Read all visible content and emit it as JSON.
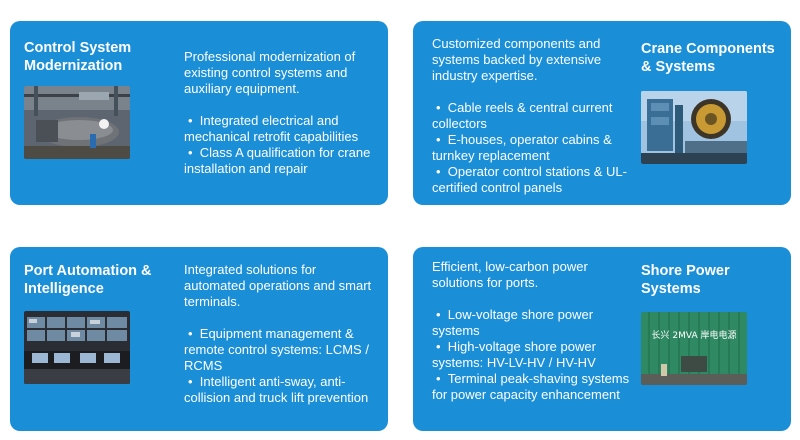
{
  "cards": [
    {
      "title": "Control System Modernization",
      "intro": "Professional modernization of existing control systems and auxiliary equipment.",
      "bullets": [
        "Integrated electrical and mechanical retrofit capabilities",
        "Class A qualification for crane installation and repair"
      ],
      "image": "workshop-photo"
    },
    {
      "title": "Crane Components & Systems",
      "intro": "Customized components and systems backed by extensive industry expertise.",
      "bullets": [
        "Cable reels & central current collectors",
        "E-houses, operator cabins & turnkey replacement",
        "Operator control stations & UL-certified control panels"
      ],
      "image": "crane-photo"
    },
    {
      "title": "Port Automation & Intelligence",
      "intro": "Integrated solutions for automated operations and smart terminals.",
      "bullets": [
        "Equipment management & remote control systems: LCMS / RCMS",
        "Intelligent anti-sway, anti-collision and truck lift prevention"
      ],
      "image": "control-room-photo"
    },
    {
      "title": "Shore Power Systems",
      "intro": "Efficient, low-carbon power solutions for ports.",
      "bullets": [
        "Low-voltage shore power systems",
        "High-voltage shore power systems: HV-LV-HV / HV-HV",
        "Terminal peak-shaving systems for power capacity enhancement"
      ],
      "image": "container-photo",
      "image_text": "长兴 2MVA 岸电电源"
    }
  ],
  "colors": {
    "card_bg": "#1a8fd8",
    "text": "#ffffff"
  }
}
